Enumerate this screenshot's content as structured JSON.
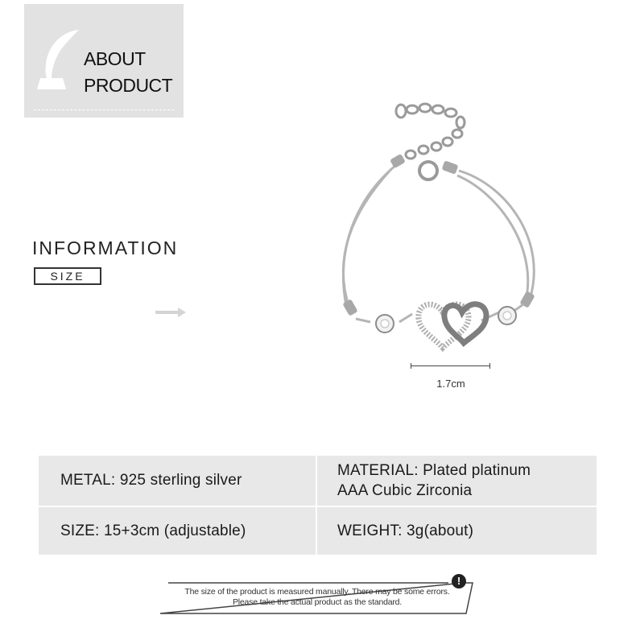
{
  "about": {
    "line1": "ABOUT",
    "line2": "PRODUCT"
  },
  "information": {
    "title": "INFORMATION",
    "size_tag": "SIZE"
  },
  "measurement": {
    "label": "1.7cm"
  },
  "specs": {
    "metal": "METAL: 925 sterling silver",
    "material_line1": "MATERIAL: Plated platinum",
    "material_line2": "AAA Cubic Zirconia",
    "size": "SIZE: 15+3cm (adjustable)",
    "weight": "WEIGHT: 3g(about)"
  },
  "notice": {
    "line1": "The size of the product is measured manually. There may be some errors.",
    "line2": "Please take the actual product as the standard.",
    "icon": "exclamation-icon"
  },
  "colors": {
    "panel": "#e2e2e2",
    "table": "#e8e8e8"
  }
}
